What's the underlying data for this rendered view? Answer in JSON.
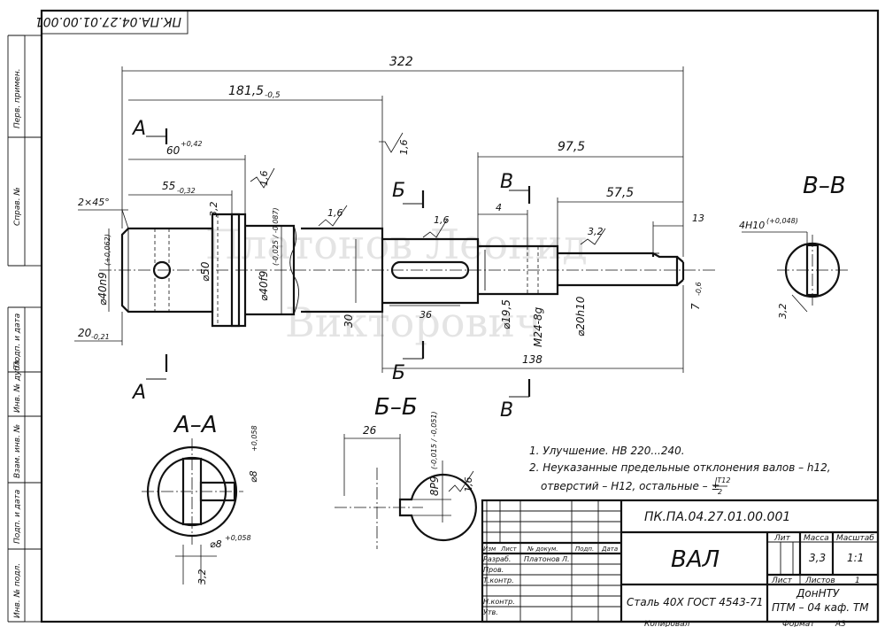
{
  "sheet": {
    "doc_code_rotated": "ПК.ПА.04.27.01.00.001",
    "side_labels": [
      "Перв. примен.",
      "Справ. №",
      "Подп. и дата",
      "Инв. № дубл.",
      "Взам. инв. №",
      "Подп. и дата",
      "Инв. № подл."
    ]
  },
  "dims": {
    "d322": "322",
    "d181": "181,5",
    "d181_tol": "-0,5",
    "d60": "60",
    "d60_tol": "+0,42",
    "d55": "55",
    "d55_tol": "-0,32",
    "d2x45": "2×45°",
    "d32a": "3,2",
    "d16a": "1,6",
    "d16b": "1,6",
    "d16c": "1,6",
    "d16d": "1,6",
    "d975": "97,5",
    "d575": "57,5",
    "d4": "4",
    "d32b": "3,2",
    "d13": "13",
    "d40n9": "⌀40n9",
    "d40n9_tol": "(+0,062)",
    "d50": "⌀50",
    "d40f9": "⌀40f9",
    "d40f9_tol": "(-0,025 / -0,087)",
    "d30": "30",
    "d36": "36",
    "d195": "⌀19,5",
    "dm24": "M24-8g",
    "d20h10": "⌀20h10",
    "d7": "7",
    "d7_tol": "-0,6",
    "d20": "20",
    "d20_tol": "-0,21",
    "d138": "138",
    "d4h10": "4H10",
    "d4h10_tol": "(+0,048)",
    "d32c": "3,2",
    "d26": "26",
    "d8p9": "8P9",
    "d8p9_tol": "(-0,015 / -0,051)",
    "d16e": "1,6",
    "d8a": "⌀8",
    "d8a_tol": "+0,058",
    "d8b": "⌀8",
    "d8b_tol": "+0,058",
    "d32d": "3,2"
  },
  "sections": {
    "A": "А",
    "B": "Б",
    "V": "В",
    "AA": "А–А",
    "BB": "Б–Б",
    "VV": "В–В"
  },
  "notes": {
    "n1": "1. Улучшение. HB 220...240.",
    "n2": "2. Неуказанные предельные отклонения валов – h12,",
    "n3": "отверстий – H12, остальные – ±",
    "n3_frac_top": "IT12",
    "n3_frac_bot": "2"
  },
  "titleblock": {
    "doc_code": "ПК.ПА.04.27.01.00.001",
    "part_name": "ВАЛ",
    "material": "Сталь 40Х ГОСТ 4543-71",
    "org1": "ДонНТУ",
    "org2": "ПТМ – 04 каф. ТМ",
    "h_lit": "Лит",
    "h_mass": "Масса",
    "h_scale": "Масштаб",
    "mass": "3,3",
    "scale": "1:1",
    "h_sheet": "Лист",
    "h_sheets": "Листов",
    "sheets": "1",
    "h_izm": "Изм",
    "h_list": "Лист",
    "h_docnum": "№ докум.",
    "h_podp": "Подп.",
    "h_data": "Дата",
    "r_razrab": "Разраб.",
    "razrab_name": "Платонов Л.",
    "r_prov": "Пров.",
    "r_tkontr": "Т.контр.",
    "r_nkontr": "Н.контр.",
    "r_utv": "Утв.",
    "copied": "Копировал",
    "format": "Формат",
    "format_val": "А3"
  },
  "watermark": {
    "line1": "Платонов Леонид",
    "line2": "Викторович"
  }
}
